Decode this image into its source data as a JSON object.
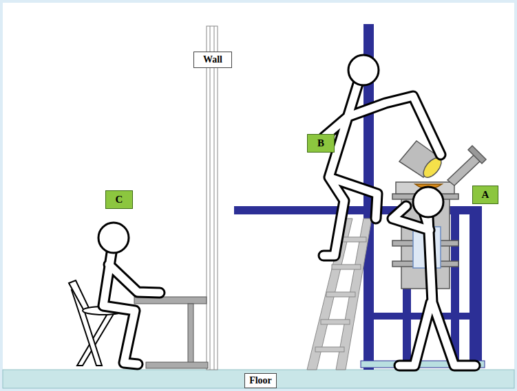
{
  "diagram": {
    "nodes": [
      {
        "text": [
          "Wall"
        ]
      },
      {
        "text": [
          "B"
        ]
      },
      {
        "text": [
          "C"
        ]
      },
      {
        "text": [
          "A"
        ]
      },
      {
        "text": [
          "Floor"
        ]
      }
    ]
  }
}
